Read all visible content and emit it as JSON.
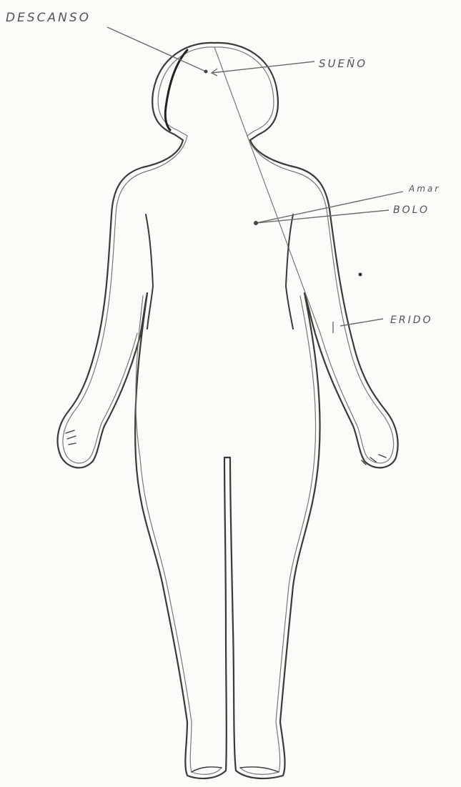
{
  "labels": {
    "descanso": "DESCANSO",
    "sueno": "SUEÑO",
    "amar": "Amar",
    "bolo": "BOLO",
    "erido": "ERIDO"
  },
  "colors": {
    "paper": "#fbfbf8",
    "outline": "#3a3a3a",
    "pencil": "#6b6b6b"
  }
}
